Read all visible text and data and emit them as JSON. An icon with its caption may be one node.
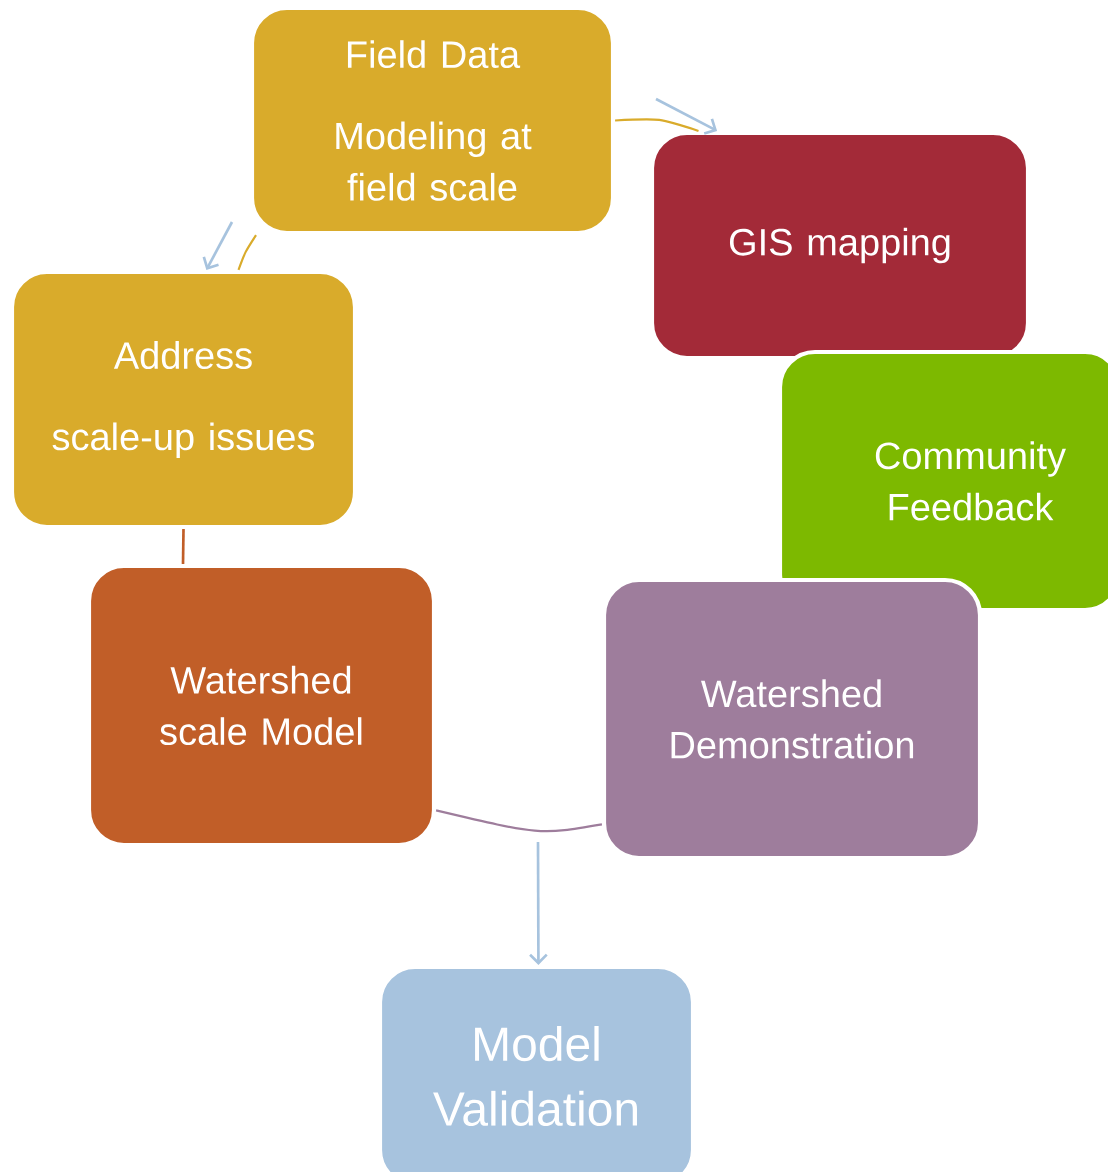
{
  "diagram": {
    "nodes": [
      {
        "text": [
          "Field Data",
          "Modeling at field scale"
        ]
      },
      {
        "text": [
          "GIS mapping"
        ]
      },
      {
        "text": [
          "Community Feedback"
        ]
      },
      {
        "text": [
          "Watershed Demonstration"
        ]
      },
      {
        "text": [
          "Model Validation"
        ]
      },
      {
        "text": [
          "Watershed scale Model"
        ]
      },
      {
        "text": [
          "Address",
          "scale-up issues"
        ]
      }
    ],
    "edges": [
      {
        "from": null,
        "to": 1,
        "arrow": "to",
        "color": "#a7c3de"
      },
      {
        "from": 0,
        "to": 1,
        "arrow": "none",
        "color": "#d9ab2b"
      },
      {
        "from": null,
        "to": 6,
        "arrow": "to",
        "color": "#a7c3de"
      },
      {
        "from": 0,
        "to": 6,
        "arrow": "none",
        "color": "#d9ab2b"
      },
      {
        "from": 6,
        "to": 5,
        "arrow": "none",
        "color": "#c15e28"
      },
      {
        "from": 5,
        "to": 3,
        "arrow": "none",
        "color": "#9e7d9c"
      },
      {
        "from": null,
        "to": 4,
        "arrow": "to",
        "color": "#a7c3de"
      }
    ]
  }
}
